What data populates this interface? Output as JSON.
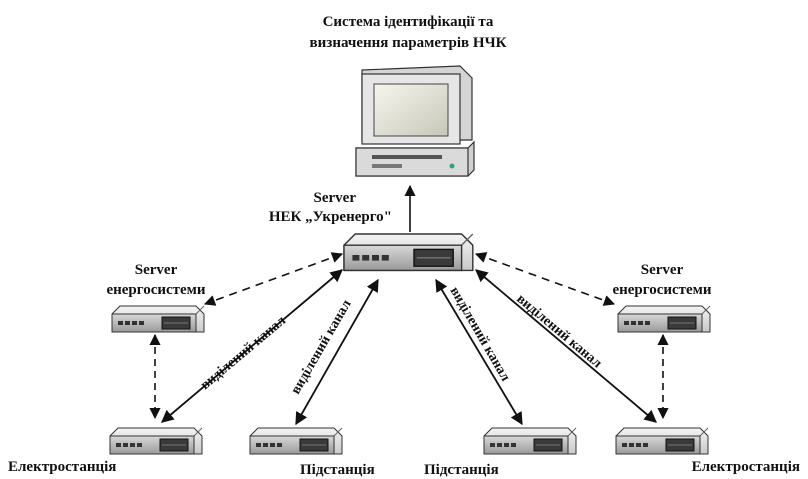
{
  "title": {
    "line1": "Система ідентифікації та",
    "line2": "визначення параметрів НЧК"
  },
  "central_server": {
    "line1": "Server",
    "line2": "НЕК „Укренерго\""
  },
  "left_server": {
    "line1": "Server",
    "line2": "енергосистеми"
  },
  "right_server": {
    "line1": "Server",
    "line2": "енергосистеми"
  },
  "nodes": {
    "far_left": "Електростанція",
    "mid_left": "Підстанція",
    "mid_right": "Підстанція",
    "far_right": "Електростанція"
  },
  "channels": {
    "far_left": "виділений канал",
    "mid_left": "виділений канал",
    "mid_right": "виділений канал",
    "far_right": "виділений канал"
  },
  "icons": [
    "computer-icon",
    "network-device-icon"
  ]
}
